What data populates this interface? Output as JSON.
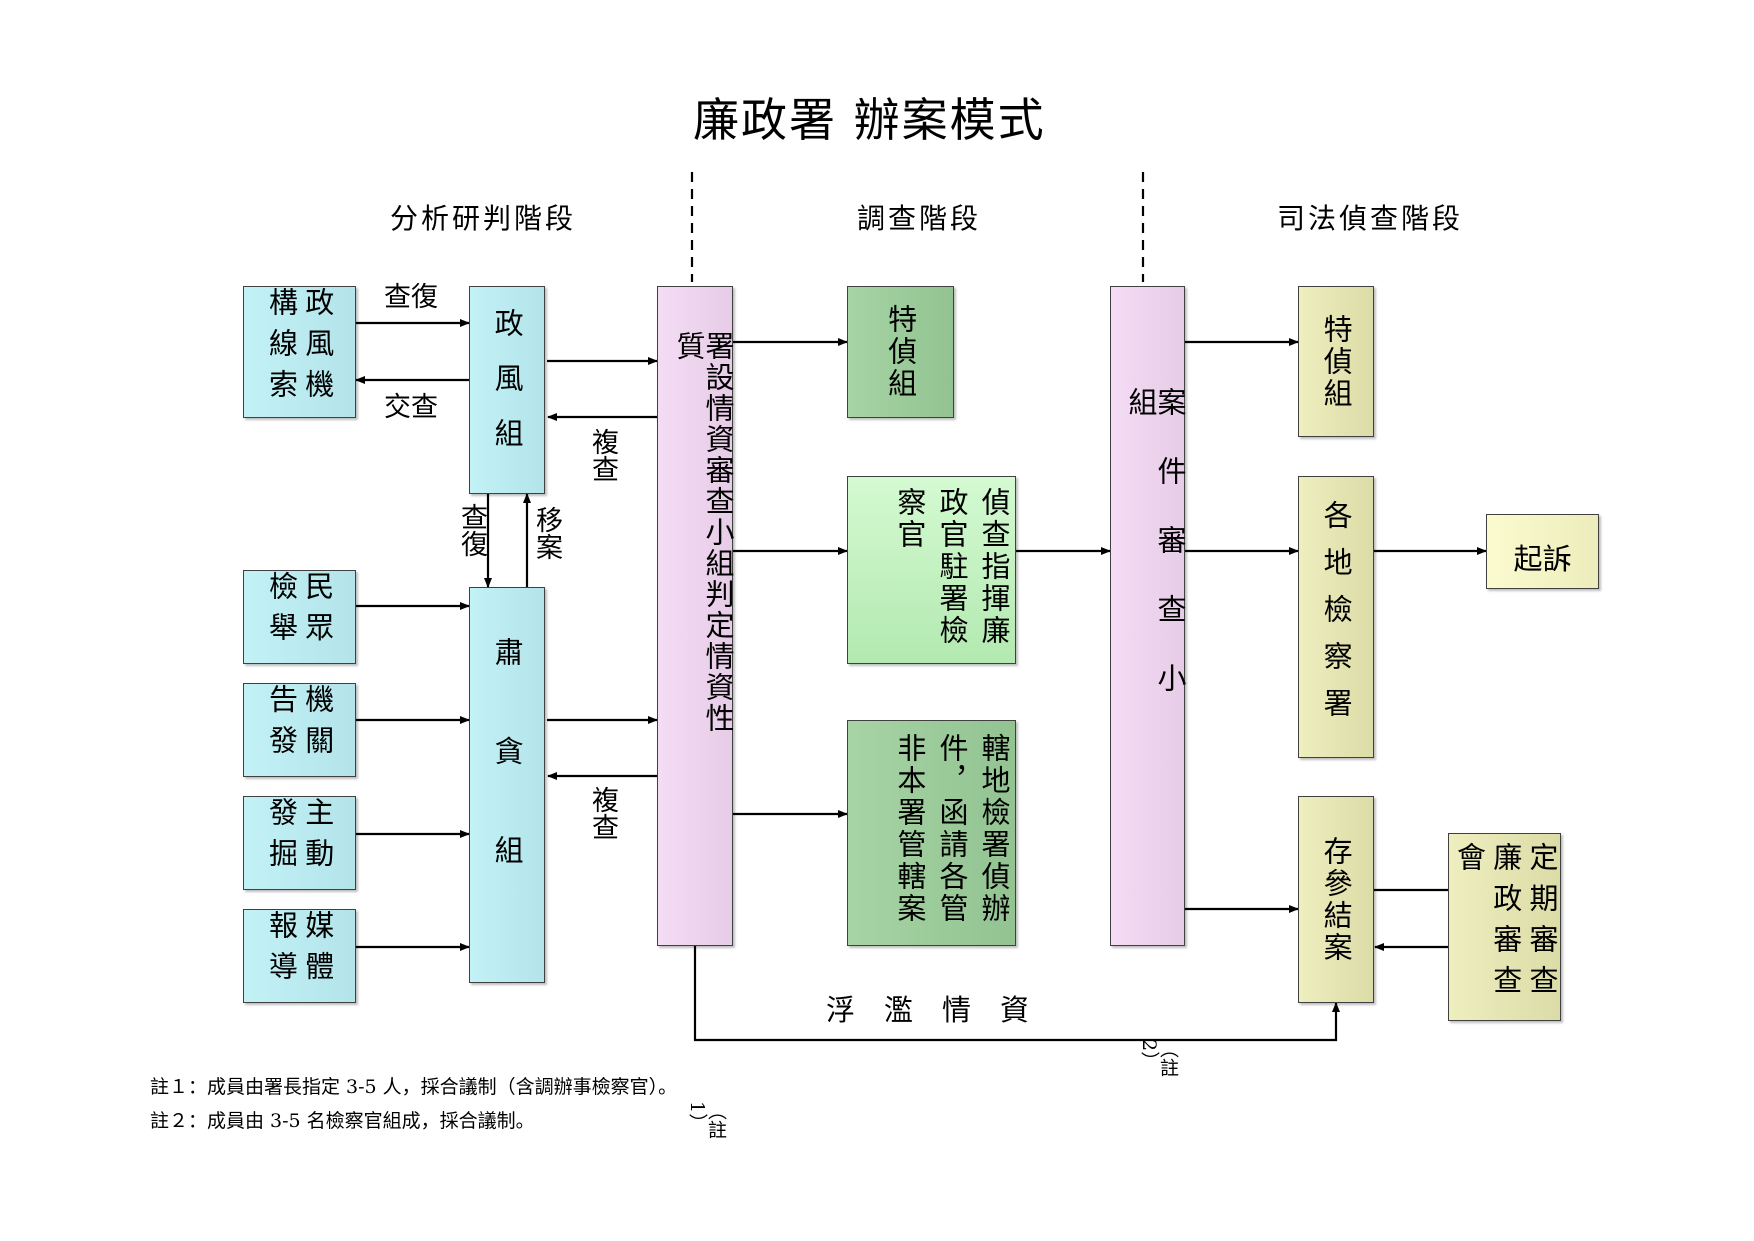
{
  "title": "廉政署  辦案模式",
  "stages": {
    "analysis": "分析研判階段",
    "investigation": "調查階段",
    "judicial": "司法偵查階段"
  },
  "boxes": {
    "gov_ethics_units": "政風機構線索",
    "gov_ethics_group": "政風組",
    "public_report": "民眾檢舉",
    "agency_report": "機關告發",
    "self_discovery": "主動發掘",
    "media_report": "媒體報導",
    "anticorruption_group": "肅貪組",
    "intel_review_group": "署設情資審查小組判定情資性質",
    "intel_review_note": "（註1）",
    "special_investigation_mid": "特偵組",
    "resident_prosecutor": "偵查指揮廉政官駐署檢察官",
    "jurisdiction_transfer": "轄地檢署偵辦件，函請各管非本署管轄案",
    "case_review_group": "案件審查小組",
    "case_review_note": "（註2）",
    "special_investigation_right": "特偵組",
    "district_prosecutors": "各地檢察署",
    "prosecution": "起訴",
    "archive_closure": "存參結案",
    "periodic_review": "定期審查廉政審查會"
  },
  "arrows": {
    "reply_check_top": "查復",
    "assign_check": "交查",
    "reply_check_vertical": "查復",
    "transfer_case": "移案",
    "recheck_upper": "複查",
    "recheck_lower": "複查",
    "unfounded_intel": "浮　濫　情　資"
  },
  "notes": [
    "註１：成員由署長指定 3-5 人，採合議制（含調辦事檢察官）。",
    "註２：成員由 3-5 名檢察官組成，採合議制。"
  ],
  "colors": {
    "source_blue": "#b3e4ea",
    "review_pink": "#e6cce6",
    "investigation_green": "#92c391",
    "investigation_green_light": "#b3e9b0",
    "judicial_khaki": "#dcdca8",
    "line": "#000000"
  }
}
